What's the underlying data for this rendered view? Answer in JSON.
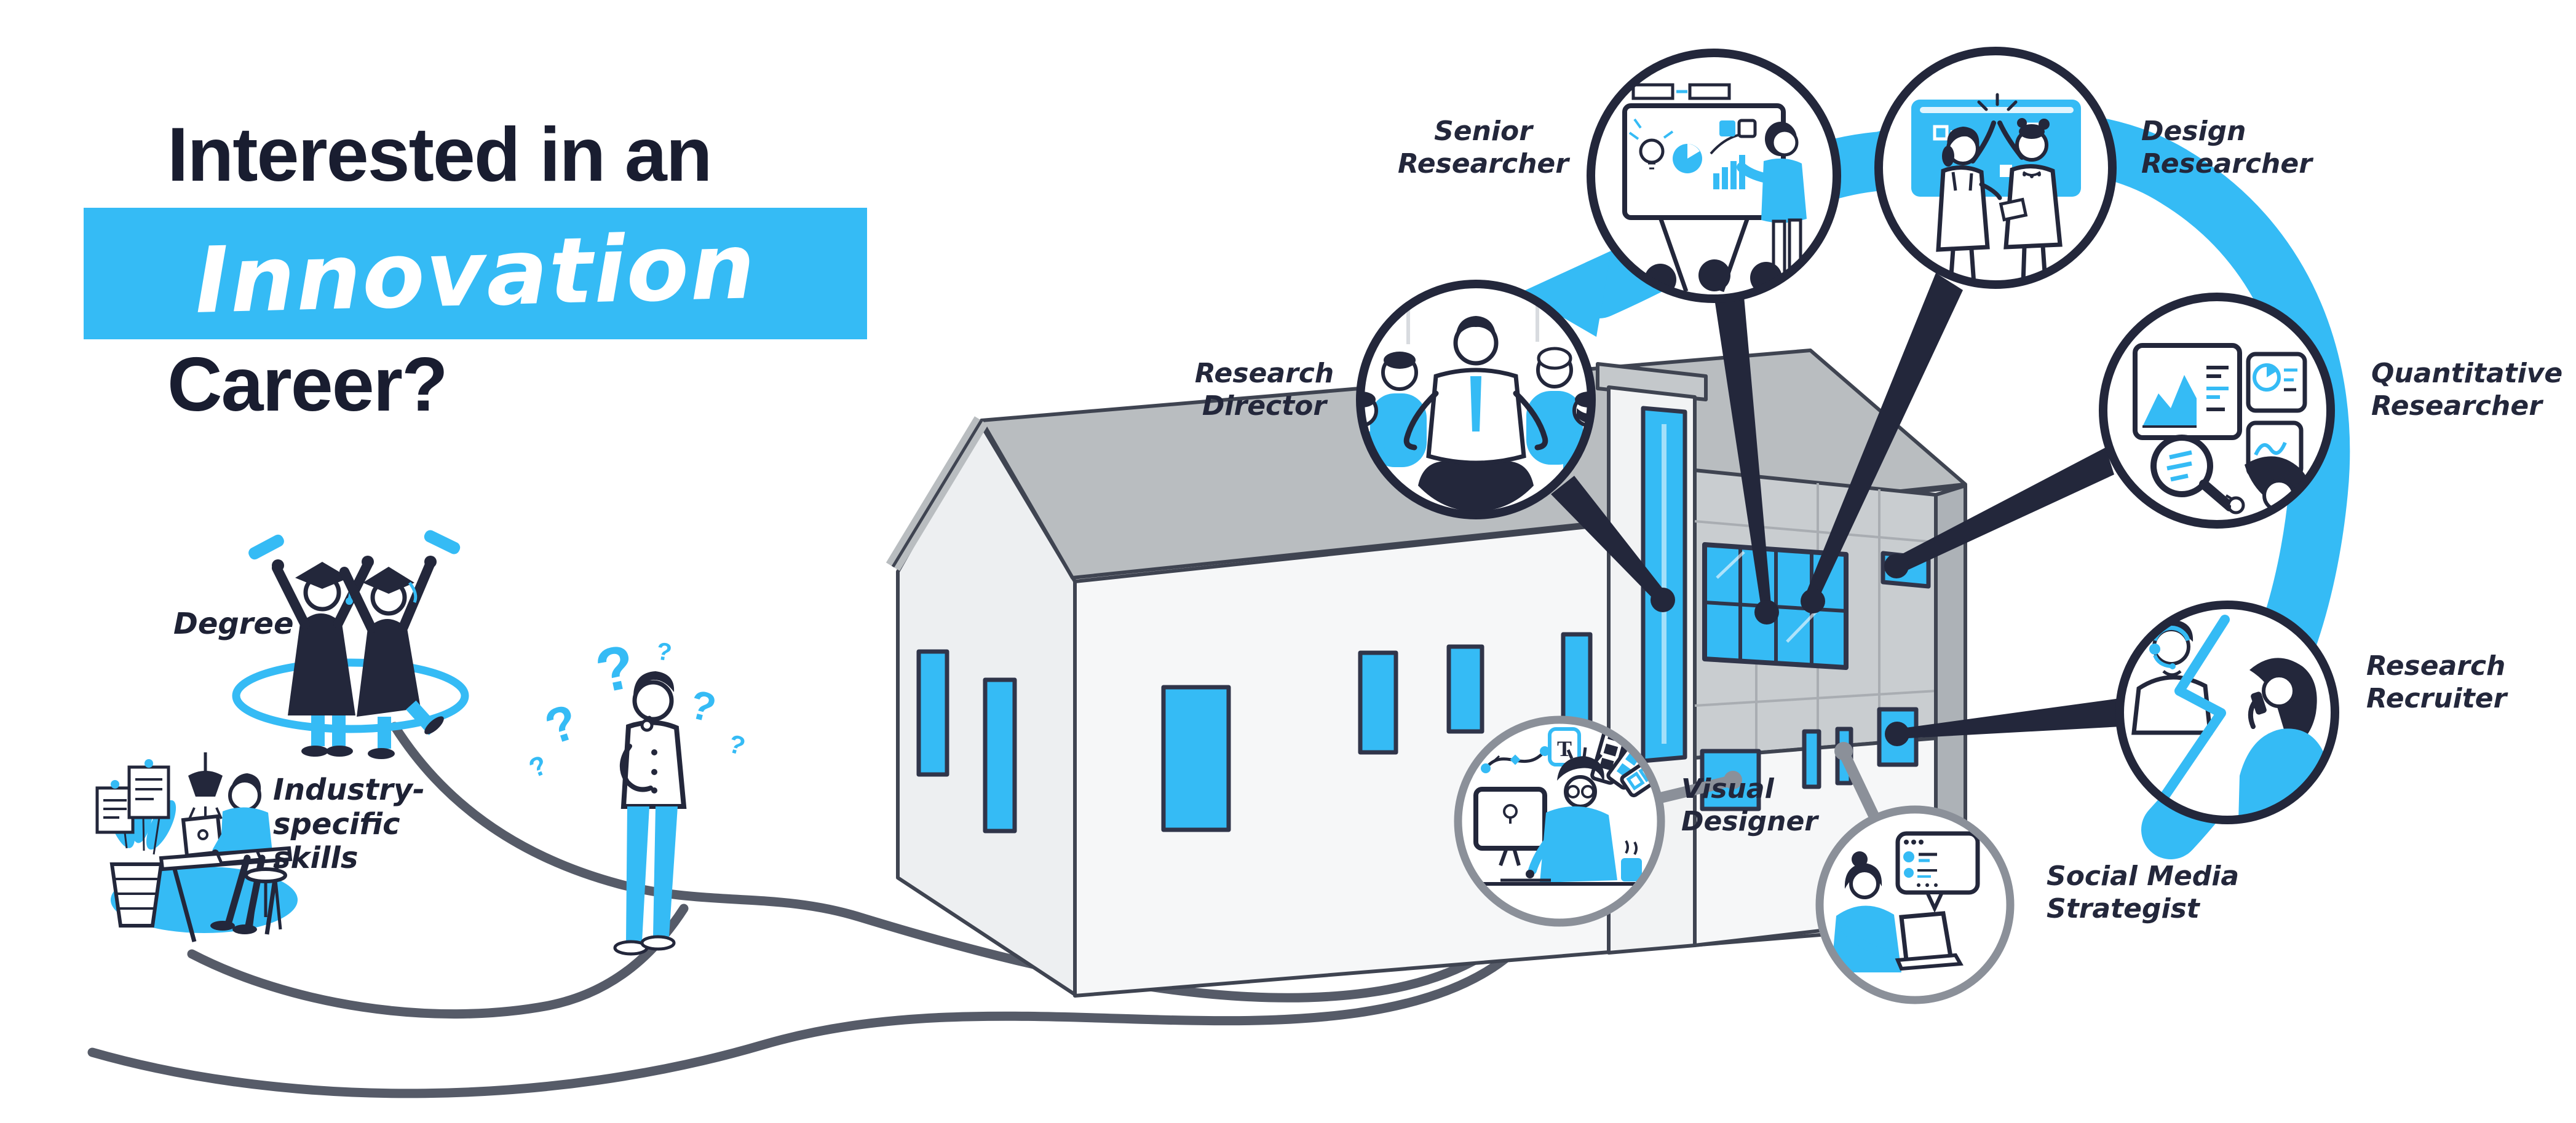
{
  "title": {
    "line1": "Interested in an",
    "highlight": "Innovation",
    "line2": "Career?"
  },
  "path_labels": {
    "degree": "Degree",
    "industry_line1": "Industry-",
    "industry_line2": "specific",
    "industry_line3": "skills"
  },
  "roles": {
    "research_director": {
      "line1": "Research",
      "line2": "Director"
    },
    "senior_researcher": {
      "line1": "Senior",
      "line2": "Researcher"
    },
    "design_researcher": {
      "line1": "Design",
      "line2": "Researcher"
    },
    "quantitative_researcher": {
      "line1": "Quantitative",
      "line2": "Researcher"
    },
    "research_recruiter": {
      "line1": "Research",
      "line2": "Recruiter"
    },
    "visual_designer": {
      "line1": "Visual",
      "line2": "Designer"
    },
    "social_media_strategist": {
      "line1": "Social Media",
      "line2": "Strategist"
    }
  },
  "decor": {
    "question_mark": "?",
    "type_tool_glyph": "T"
  },
  "colors": {
    "accent_blue": "#35BBF5",
    "ink_navy": "#23273B",
    "title_ink": "#191D30",
    "road_gray": "#565B68",
    "ring_gray": "#8B9099",
    "roof_gray": "#B9BDC0",
    "panel_gray": "#C9CDD0",
    "wall_light": "#F6F7F8"
  }
}
